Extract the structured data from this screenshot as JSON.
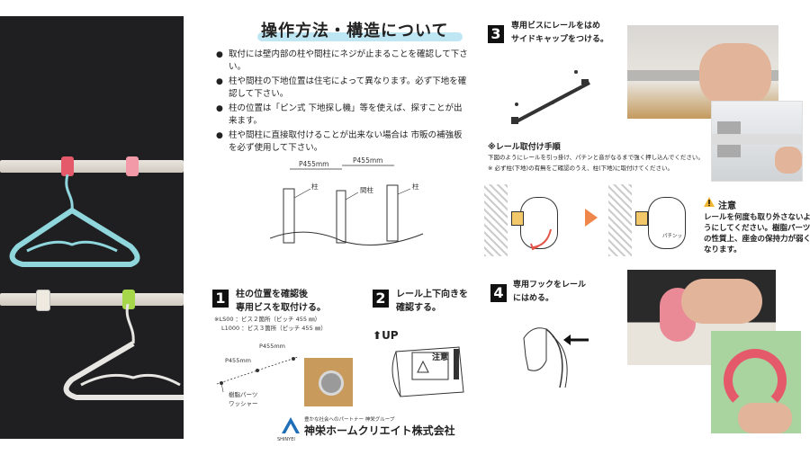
{
  "title": "操作方法・構造について",
  "bullets": [
    "取付には壁内部の柱や間柱にネジが止まることを確認して下さい。",
    "柱や間柱の下地位置は住宅によって異なります。必ず下地を確認して下さい。",
    "柱の位置は「ピン式 下地探し機」等を使えば、探すことが出来ます。",
    "柱や間柱に直接取付けることが出来ない場合は 市販の補強板を必ず使用して下さい。"
  ],
  "diagram_top": {
    "dim1": "P455mm",
    "dim2": "P455mm",
    "label_pillar1": "柱",
    "label_stud": "間柱",
    "label_pillar2": "柱"
  },
  "steps": {
    "step1": {
      "num": "1",
      "text1": "柱の位置を確認後",
      "text2": "専用ビスを取付ける。",
      "note1": "※LS00 ：ビス２箇所（ピッチ 455 ㎜）",
      "note2": "L1000 ：ビス３箇所（ピッチ 455 ㎜）",
      "dim_a": "P455mm",
      "dim_b": "P455mm",
      "part1": "樹脂パーツ",
      "part2": "ワッシャー"
    },
    "step2": {
      "num": "2",
      "text1": "レール上下向きを",
      "text2": "確認する。",
      "up": "UP",
      "label_caution": "注意"
    },
    "step3": {
      "num": "3",
      "text1": "専用ビスにレールをはめ",
      "text2": "サイドキャップをつける。"
    },
    "step4": {
      "num": "4",
      "text1": "専用フックをレール",
      "text2": "にはめる。"
    }
  },
  "mount": {
    "title": "※レール取付け手順",
    "line1": "下図のようにレールを引っ掛け、パチンと音がなるまで強く押し込んでください。",
    "line2": "※ 必ず柱(下地)の有無をご確認のうえ、柱(下地)に取付けてください。",
    "label_click": "パチンッ"
  },
  "notice": {
    "title": "注意",
    "text": "レールを何度も取り外さないようにしてください。樹脂パーツの性質上、座金の保持力が弱くなります。"
  },
  "footer": {
    "sub": "豊かな社会へのパートナー 神栄グループ",
    "logo_text": "SHINYEI",
    "company": "神栄ホームクリエイト株式会社"
  },
  "colors": {
    "accent_blue": "#bfe6f3",
    "hook_red": "#e45a6a",
    "hook_pink": "#f29aa8",
    "hook_green": "#a6d64a",
    "arrow_orange": "#f0874a",
    "hanger_blue": "#8fd6dd"
  }
}
